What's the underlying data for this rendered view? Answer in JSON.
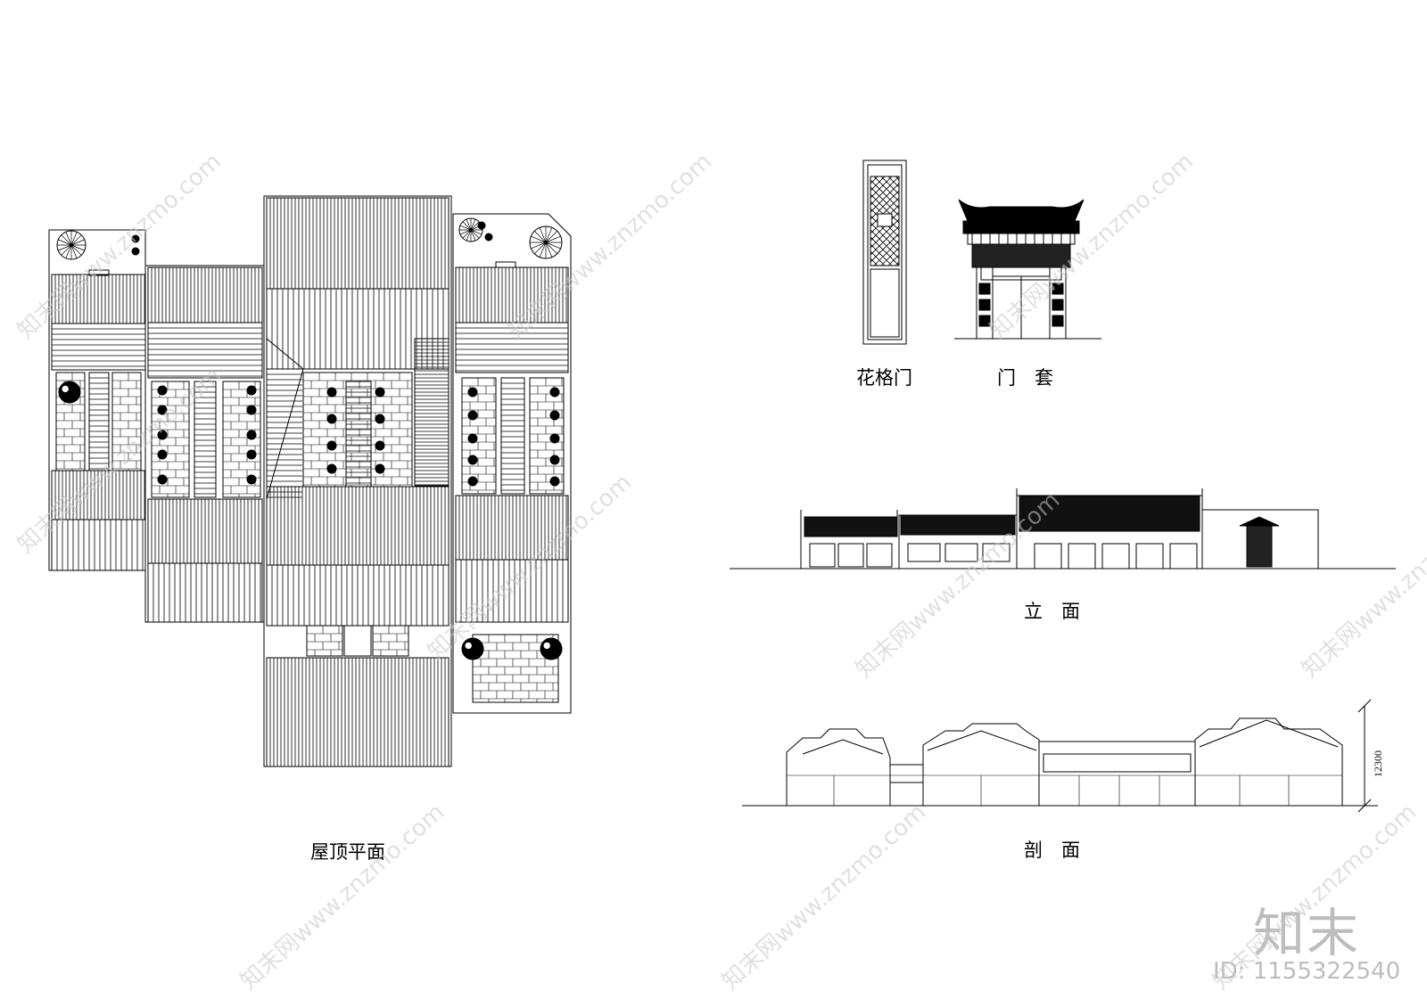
{
  "labels": {
    "roof_plan": "屋顶平面",
    "lattice_door": "花格门",
    "door_frame": "门　套",
    "elevation": "立　面",
    "section": "剖　面",
    "height_dim": "12300"
  },
  "brand": {
    "logo_text": "知末",
    "id_text": "ID: 1155322540"
  },
  "watermark": {
    "text": "知末网www.znzmo.com"
  }
}
